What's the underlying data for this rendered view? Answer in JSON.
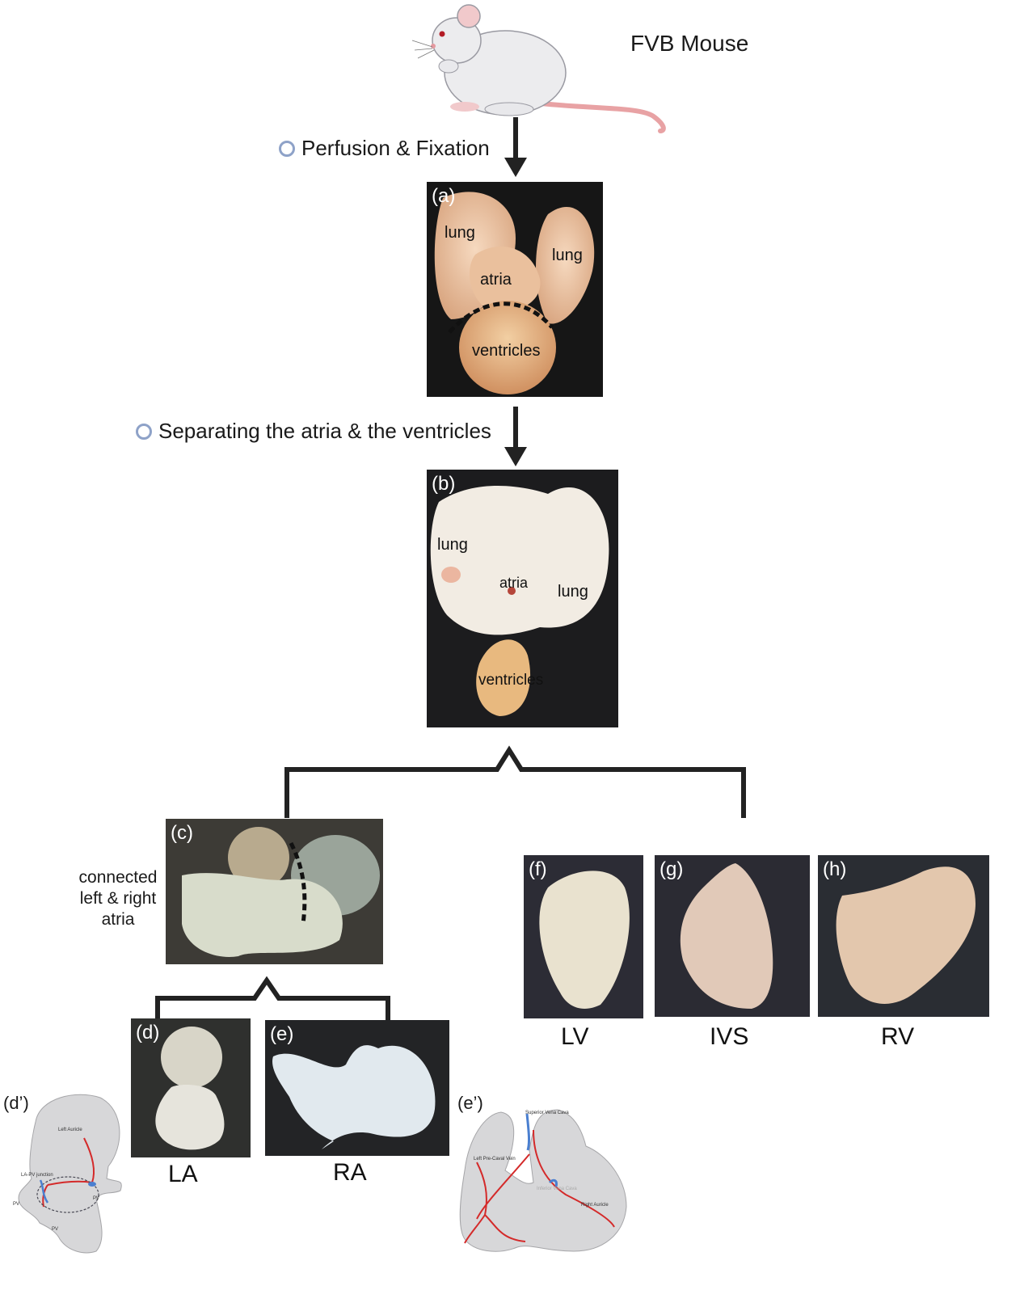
{
  "organism": "FVB Mouse",
  "steps": [
    "Perfusion & Fixation",
    "Separating the atria & the ventricles"
  ],
  "panel_a": {
    "tag": "(a)",
    "labels": {
      "lung1": "lung",
      "lung2": "lung",
      "atria": "atria",
      "ventricles": "ventricles"
    }
  },
  "panel_b": {
    "tag": "(b)",
    "labels": {
      "lung1": "lung",
      "lung2": "lung",
      "atria": "atria",
      "ventricles": "ventricles"
    }
  },
  "panel_c": {
    "tag": "(c)",
    "side_label": [
      "connected",
      "left & right",
      "atria"
    ]
  },
  "panel_d": {
    "tag": "(d)",
    "name": "LA"
  },
  "panel_e": {
    "tag": "(e)",
    "name": "RA"
  },
  "panel_f": {
    "tag": "(f)",
    "name": "LV"
  },
  "panel_g": {
    "tag": "(g)",
    "name": "IVS"
  },
  "panel_h": {
    "tag": "(h)",
    "name": "RV"
  },
  "schematic_d": {
    "tag": "(d’)",
    "labels": [
      "Left Auricle",
      "LA-PV junction",
      "PV",
      "PV",
      "PV"
    ]
  },
  "schematic_e": {
    "tag": "(e’)",
    "labels": [
      "Superior Vena Cava",
      "Left Pre-Caval Vein",
      "Right Auricle",
      "Inferior Vena Cava"
    ]
  },
  "colors": {
    "arrow": "#222222",
    "bullet": "#8ea2c8",
    "vessel_red": "#d42a2a",
    "vessel_blue": "#4a7fd0"
  }
}
